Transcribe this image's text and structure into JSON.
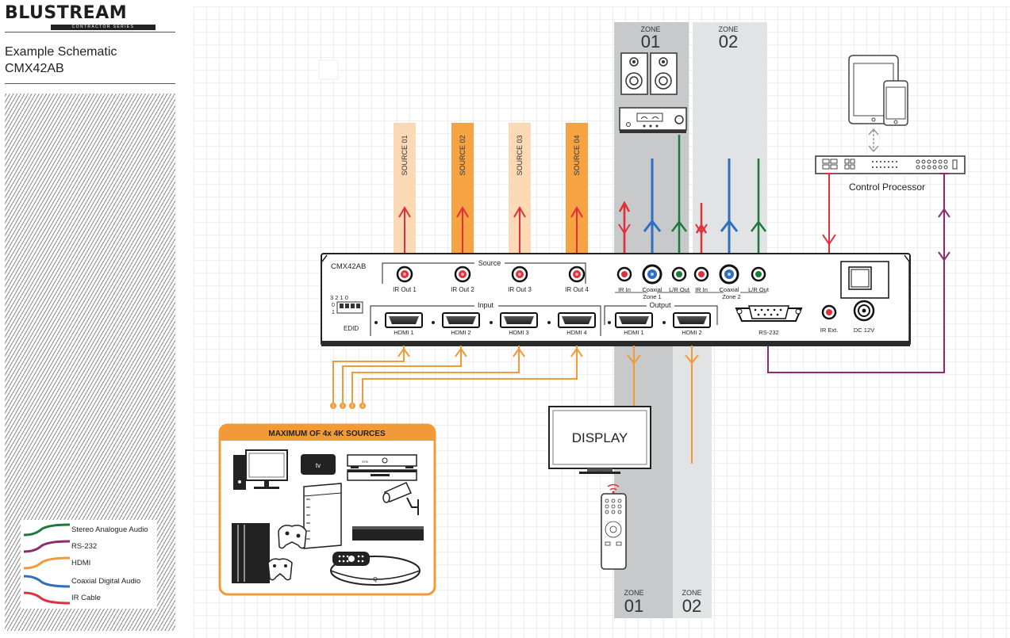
{
  "brand": {
    "logo": "BLUSTREAM",
    "logo_sub": "CONTRACTOR SERIES"
  },
  "title": {
    "line1": "Example Schematic",
    "line2": "CMX42AB"
  },
  "legend": [
    {
      "label": "Stereo Analogue Audio",
      "color": "#1b7a3a"
    },
    {
      "label": "RS-232",
      "color": "#8e2a6e"
    },
    {
      "label": "HDMI",
      "color": "#f29a38"
    },
    {
      "label": "Coaxial Digital Audio",
      "color": "#2f6fbf"
    },
    {
      "label": "IR Cable",
      "color": "#e0303a"
    }
  ],
  "device": {
    "model": "CMX42AB",
    "source_group": "Source",
    "input_group": "Input",
    "output_group": "Output",
    "ir_outs": [
      "IR Out 1",
      "IR Out 2",
      "IR Out 3",
      "IR Out 4"
    ],
    "edid_label": "EDID",
    "edid_numbers": "3 2 1 0",
    "edid_01": "0\n1",
    "hdmi_inputs": [
      "HDMI 1",
      "HDMI 2",
      "HDMI 3",
      "HDMI 4"
    ],
    "hdmi_outputs": [
      "HDMI 1",
      "HDMI 2"
    ],
    "zone1_ports": [
      "IR In",
      "Coaxial",
      "L/R Out"
    ],
    "zone1_label": "Zone 1",
    "zone2_ports": [
      "IR In",
      "Coaxial",
      "L/R Out"
    ],
    "zone2_label": "Zone 2",
    "rs232": "RS-232",
    "ir_ext": "IR Ext.",
    "dc": "DC 12V"
  },
  "sources": [
    "SOURCE 01",
    "SOURCE 02",
    "SOURCE 03",
    "SOURCE 04"
  ],
  "zones": [
    {
      "word": "ZONE",
      "number": "01"
    },
    {
      "word": "ZONE",
      "number": "02"
    }
  ],
  "control_processor": "Control Processor",
  "display": "DISPLAY",
  "sources_box": {
    "title": "MAXIMUM OF 4x 4K SOURCES",
    "badges": [
      "1",
      "2",
      "3",
      "4"
    ],
    "stb_label": "STB"
  },
  "icons": [
    "speaker-icon",
    "amplifier-icon",
    "tablet-icon",
    "phone-icon",
    "control-processor-icon",
    "display-icon",
    "remote-control-icon",
    "pc-icon",
    "apple-tv-icon",
    "set-top-box-icon",
    "bluray-icon",
    "cctv-camera-icon",
    "xbox-icon",
    "playstation-icon",
    "sky-q-icon"
  ],
  "colors": {
    "ir": "#e0303a",
    "coax": "#2f6fbf",
    "analogue": "#1b7a3a",
    "hdmi": "#f29a38",
    "rs232": "#8e2a6e",
    "zone1": "#c8c9ca",
    "zone2": "#e2e3e4",
    "source_light": "#fbd9b4",
    "source_dark": "#f6a343"
  }
}
